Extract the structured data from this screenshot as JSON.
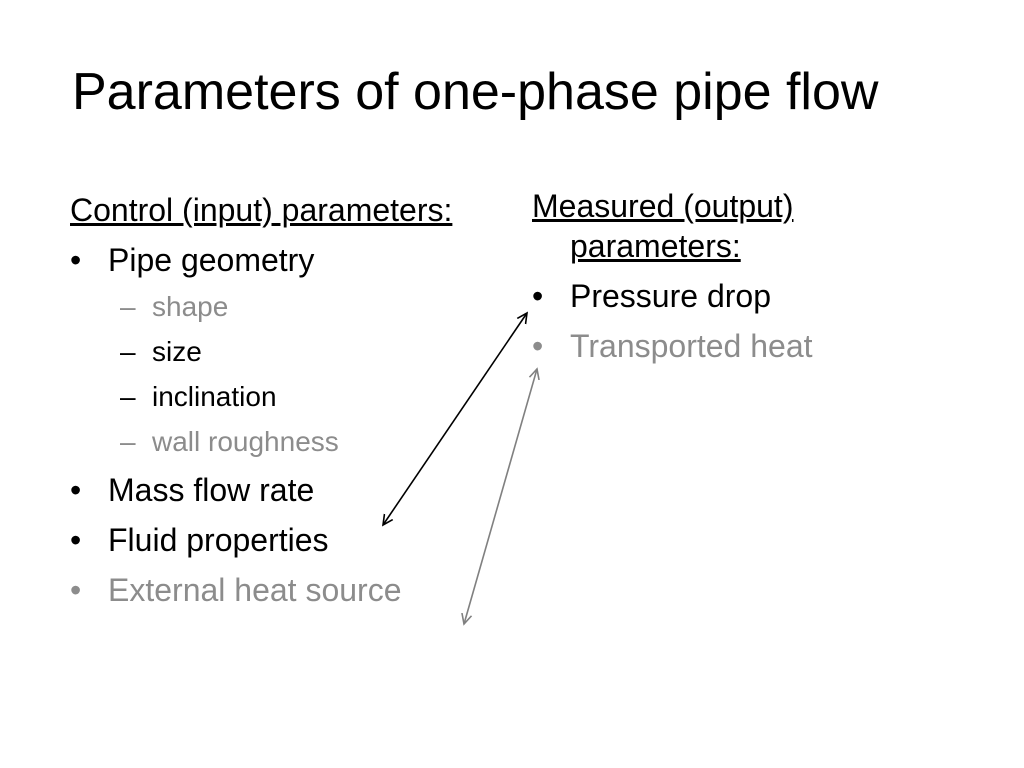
{
  "title": "Parameters of one-phase pipe flow",
  "colors": {
    "text": "#000000",
    "muted": "#8c8c8c",
    "arrow_black": "#000000",
    "arrow_gray": "#808080"
  },
  "left": {
    "heading": "Control (input) parameters:",
    "bullets": [
      {
        "text": "Pipe geometry",
        "sub": [
          {
            "text": "shape",
            "muted": true
          },
          {
            "text": "size",
            "muted": false
          },
          {
            "text": "inclination",
            "muted": false
          },
          {
            "text": "wall roughness",
            "muted": true
          }
        ]
      },
      {
        "text": "Mass flow rate",
        "muted": false
      },
      {
        "text": "Fluid properties",
        "muted": false
      },
      {
        "text": "External heat source",
        "muted": true
      }
    ]
  },
  "right": {
    "heading": "Measured (output) parameters:",
    "bullets": [
      {
        "text": "Pressure drop",
        "muted": false
      },
      {
        "text": "Transported heat",
        "muted": true
      }
    ]
  },
  "markers": {
    "bullet": "•",
    "dash": "–"
  }
}
